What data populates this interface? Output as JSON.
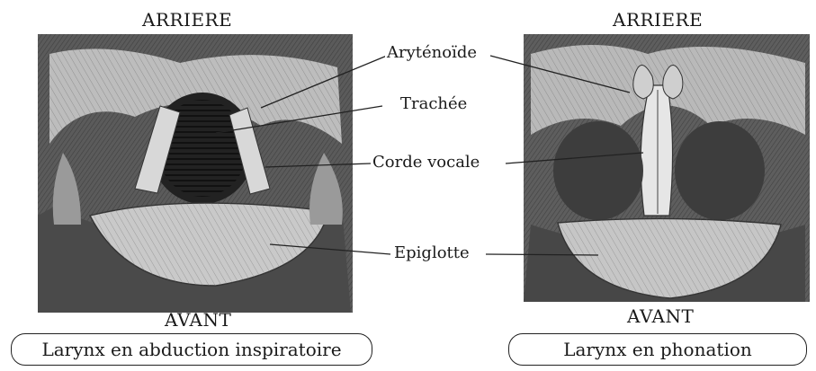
{
  "left_panel": {
    "top_label": "ARRIERE",
    "bottom_label": "AVANT",
    "caption": "Larynx en abduction inspiratoire"
  },
  "right_panel": {
    "top_label": "ARRIERE",
    "bottom_label": "AVANT",
    "caption": "Larynx en phonation"
  },
  "labels": {
    "arytenoide": "Aryténoïde",
    "trachee": "Trachée",
    "corde_vocale": "Corde vocale",
    "epiglotte": "Epiglotte"
  }
}
